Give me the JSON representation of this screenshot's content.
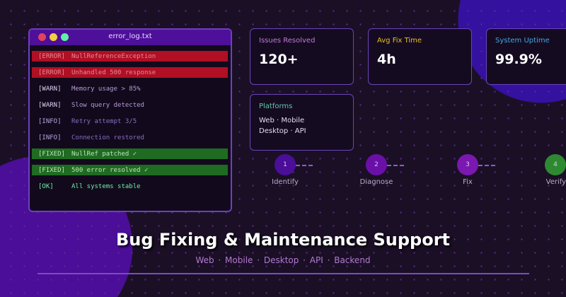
{
  "window": {
    "title": "error_log.txt",
    "controls": [
      "#e0435a",
      "#f0d040",
      "#60f0a8"
    ],
    "lines": [
      {
        "tag": "[ERROR]",
        "msg": "NullReferenceException",
        "level": "err"
      },
      {
        "tag": "[ERROR]",
        "msg": "Unhandled 500 response",
        "level": "err"
      },
      {
        "tag": "[WARN]",
        "msg": "Memory usage > 85%",
        "level": "warn"
      },
      {
        "tag": "[WARN]",
        "msg": "Slow query detected",
        "level": "warn"
      },
      {
        "tag": "[INFO]",
        "msg": "Retry attempt 3/5",
        "level": "info"
      },
      {
        "tag": "[INFO]",
        "msg": "Connection restored",
        "level": "info"
      },
      {
        "tag": "[FIXED]",
        "msg": "NullRef patched  ✓",
        "level": "fix"
      },
      {
        "tag": "[FIXED]",
        "msg": "500 error resolved  ✓",
        "level": "fix"
      },
      {
        "tag": "[OK]",
        "msg": "All systems stable",
        "level": "ok"
      }
    ]
  },
  "stats": [
    {
      "label": "Issues Resolved",
      "value": "120+",
      "color": "#c07ad8"
    },
    {
      "label": "Avg Fix Time",
      "value": "4h",
      "color": "#e8c020"
    },
    {
      "label": "System Uptime",
      "value": "99.9%",
      "color": "#40a8e0"
    }
  ],
  "platforms": {
    "label": "Platforms",
    "color": "#60c8a8",
    "line1": "Web · Mobile",
    "line2": "Desktop · API"
  },
  "steps": [
    {
      "num": "1",
      "label": "Identify",
      "color": "#4a0e98"
    },
    {
      "num": "2",
      "label": "Diagnose",
      "color": "#6a10a8"
    },
    {
      "num": "3",
      "label": "Fix",
      "color": "#7a18b0"
    },
    {
      "num": "4",
      "label": "Verify",
      "color": "#2e8a30"
    }
  ],
  "headline": "Bug Fixing & Maintenance Support",
  "subtitle": "Web  ·  Mobile  ·  Desktop  ·  API  ·  Backend"
}
